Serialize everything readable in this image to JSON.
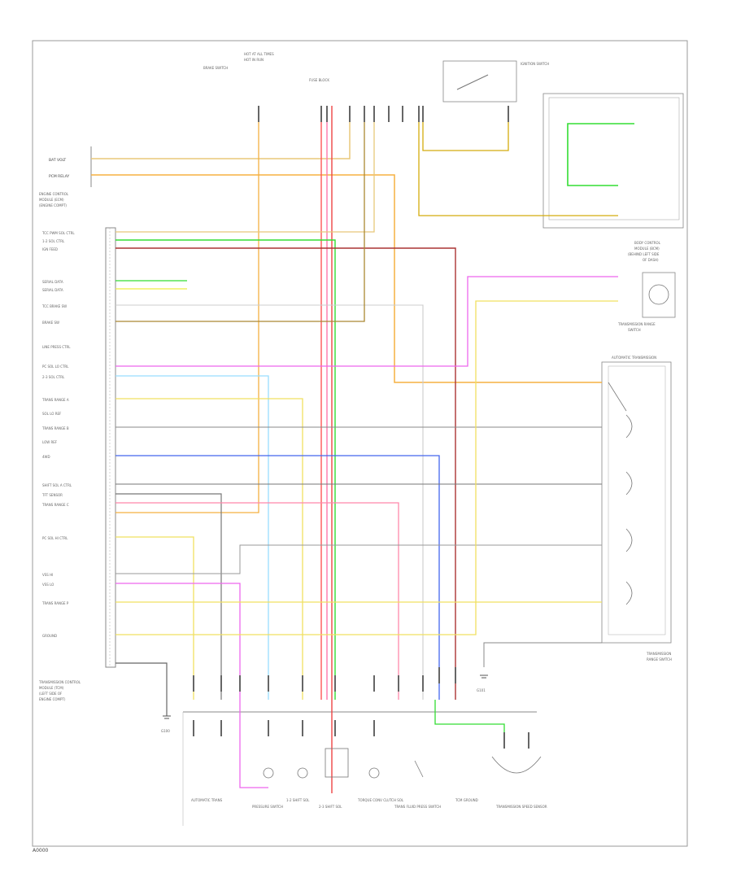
{
  "diagram": {
    "page_code": "A0000",
    "colors": {
      "frame": "#999999",
      "orange": "#f5b041",
      "tan": "#d4ac0d",
      "red": "#e74c3c",
      "pink": "#ff77aa",
      "magenta": "#ee66ee",
      "green": "#33dd33",
      "yellow": "#eeee44",
      "lightblue": "#99ddff",
      "blue": "#4466ee",
      "gray": "#666666",
      "brown": "#aa6633",
      "darkred": "#aa2222"
    },
    "labels": {
      "left_top_pins": [
        "BAT VOLT",
        "PCM RELAY"
      ],
      "left_top_module": [
        "ENGINE CONTROL",
        "MODULE (ECM)",
        "(ENGINE COMPT)"
      ],
      "tcm_pins": [
        "TCC PWM SOL CTRL",
        "1-2 SOL CTRL",
        "IGN FEED",
        "SERIAL DATA",
        "SERIAL DATA",
        "TCC BRAKE SW",
        "BRAKE SW",
        "LINE PRESS CTRL",
        "PC SOL LO CTRL",
        "2-3 SOL CTRL",
        "TRANS RANGE A",
        "SOL LO REF",
        "TRANS RANGE B",
        "LOW REF",
        "4WD",
        "SHIFT SOL A CTRL",
        "TFT SENSOR",
        "TRANS RANGE C",
        "PC SOL HI CTRL",
        "VSS HI",
        "VSS LO",
        "TRANS RANGE P",
        "GROUND"
      ],
      "tcm_module": [
        "TRANSMISSION CONTROL",
        "MODULE (TCM)",
        "(LEFT SIDE OF",
        "ENGINE COMPT)"
      ],
      "top_labels": [
        "HOT AT ALL TIMES",
        "HOT IN RUN",
        "FUSE BLOCK",
        "IGNITION SWITCH",
        "BRAKE SWITCH"
      ],
      "right_module": [
        "BODY CONTROL",
        "MODULE (BCM)",
        "(BEHIND LEFT SIDE",
        "OF DASH)"
      ],
      "right_sensor": [
        "TRANSMISSION RANGE",
        "SWITCH"
      ],
      "auto_trans": "AUTOMATIC TRANSMISSION",
      "range_switch": [
        "TRANSMISSION",
        "RANGE SWITCH"
      ],
      "bottom_components": [
        "AUTOMATIC TRANS",
        "PRESSURE SWITCH",
        "1-2 SHIFT SOL",
        "2-3 SHIFT SOL",
        "TORQUE CONV CLUTCH SOL",
        "TRANS FLUID PRESS SWITCH",
        "TCM GROUND",
        "TRANSMISSION SPEED SENSOR"
      ],
      "ground_label": "G100",
      "ground_label_2": "G101"
    }
  }
}
